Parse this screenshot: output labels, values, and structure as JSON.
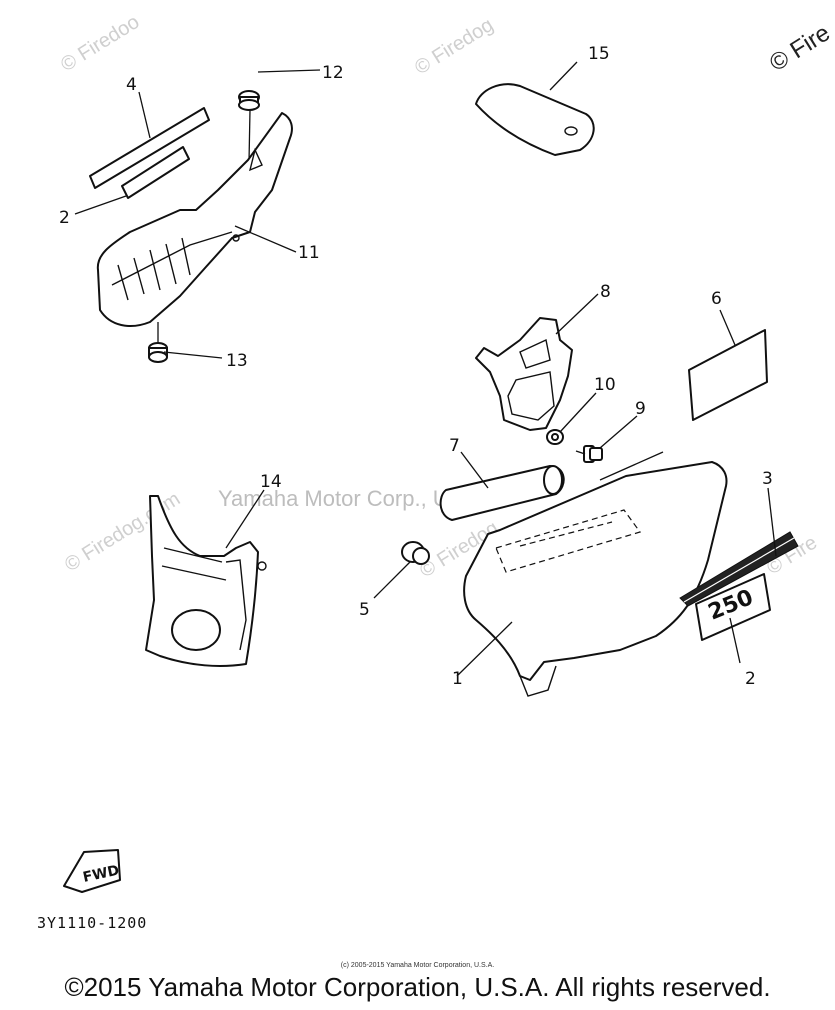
{
  "watermarks": {
    "site": "© Firedog",
    "site_partial_a": "© Firedoo",
    "site_partial_b": "© Fire",
    "site_full": "© Firedog.com",
    "center_overlay": "Yamaha Motor Corp., U.S.A."
  },
  "callouts": {
    "c1": "1",
    "c2a": "2",
    "c2b": "2",
    "c3": "3",
    "c4": "4",
    "c5": "5",
    "c6": "6",
    "c7": "7",
    "c8": "8",
    "c9": "9",
    "c10": "10",
    "c11": "11",
    "c12": "12",
    "c13": "13",
    "c14": "14",
    "c15": "15"
  },
  "fwd_label": "FWD",
  "emblem_text": "250",
  "diagram_code": "3Y1110-1200",
  "small_copyright": "(c) 2005-2015 Yamaha Motor Corporation, U.S.A.",
  "main_copyright": "©2015 Yamaha Motor Corporation, U.S.A. All rights reserved."
}
